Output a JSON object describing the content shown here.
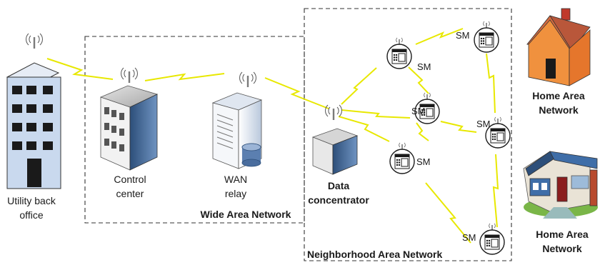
{
  "labels": {
    "utility_back_office": [
      "Utility back",
      "office"
    ],
    "control_center": [
      "Control",
      "center"
    ],
    "wan_relay": [
      "WAN",
      "relay"
    ],
    "data_concentrator": [
      "Data",
      "concentrator"
    ],
    "wide_area_network": "Wide Area Network",
    "neighborhood_area_network": "Neighborhood Area Network",
    "home_area_network_top": [
      "Home Area",
      "Network"
    ],
    "home_area_network_bottom": [
      "Home Area",
      "Network"
    ],
    "smart_meter": "SM"
  },
  "icons": [
    "antenna-icon",
    "office-building-icon",
    "control-center-server-icon",
    "wan-relay-server-icon",
    "data-concentrator-icon",
    "smart-meter-icon",
    "house-icon",
    "lightning-link-icon"
  ]
}
